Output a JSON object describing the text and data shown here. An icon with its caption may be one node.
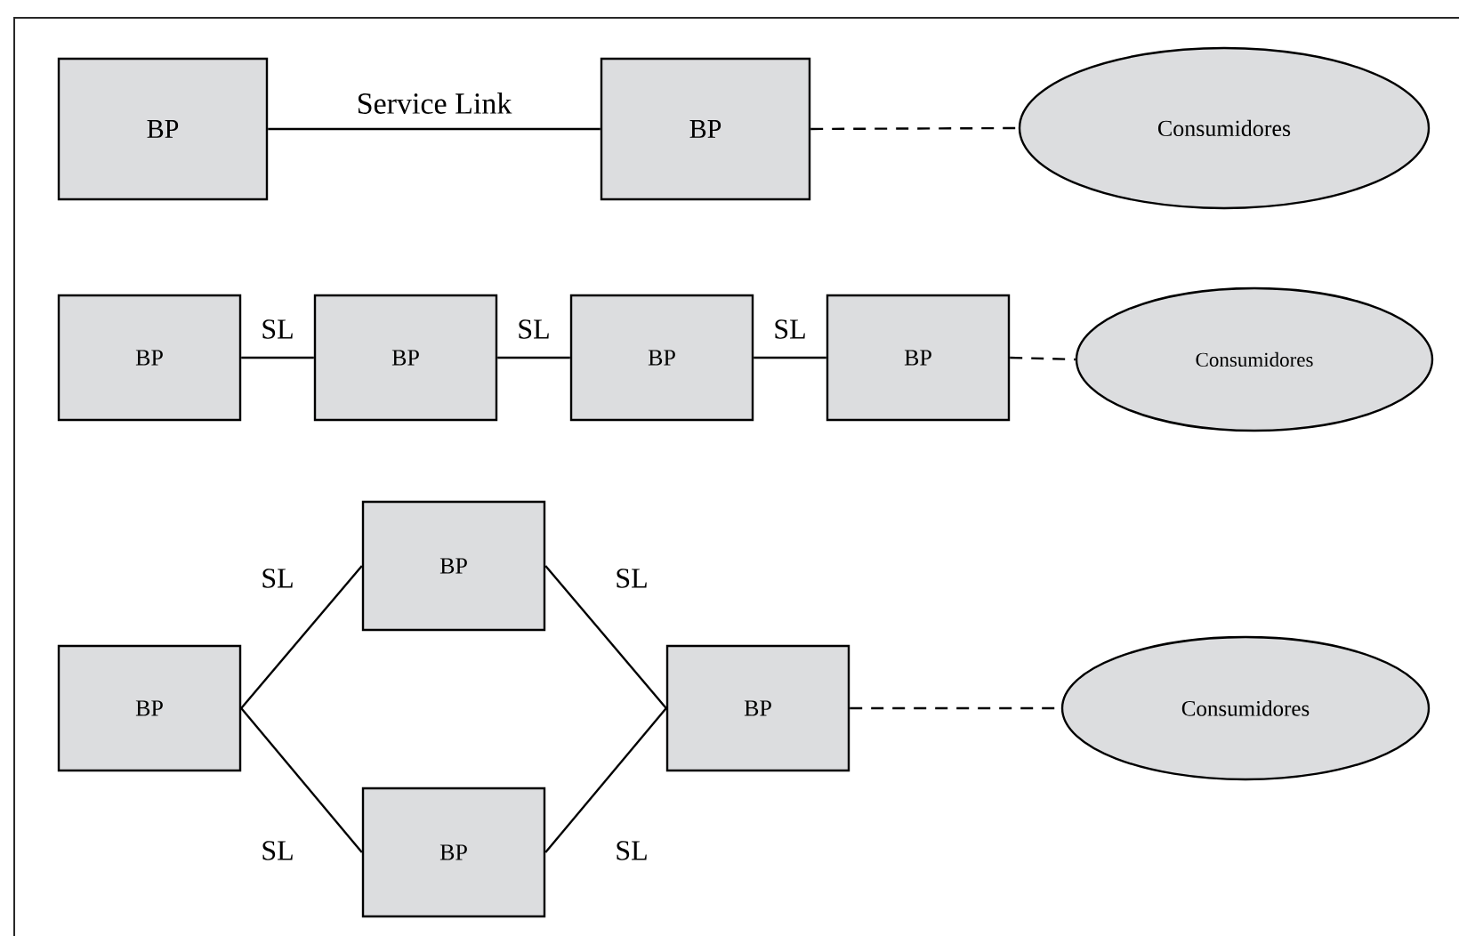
{
  "diagram": {
    "nodes": [
      {
        "text": [
          "BP"
        ]
      },
      {
        "text": [
          "BP"
        ]
      },
      {
        "text": [
          "Consumidores"
        ]
      },
      {
        "text": [
          "BP"
        ]
      },
      {
        "text": [
          "BP"
        ]
      },
      {
        "text": [
          "BP"
        ]
      },
      {
        "text": [
          "BP"
        ]
      },
      {
        "text": [
          "Consumidores"
        ]
      },
      {
        "text": [
          "BP"
        ]
      },
      {
        "text": [
          "BP"
        ]
      },
      {
        "text": [
          "BP"
        ]
      },
      {
        "text": [
          "BP"
        ]
      },
      {
        "text": [
          "Consumidores"
        ]
      }
    ],
    "edges": [
      {
        "from": 0,
        "to": 1,
        "arrow": "none",
        "label": "Service Link"
      },
      {
        "from": 1,
        "to": 2,
        "arrow": "none",
        "style": "dashed"
      },
      {
        "from": 3,
        "to": 4,
        "arrow": "none",
        "label": "SL"
      },
      {
        "from": 4,
        "to": 5,
        "arrow": "none",
        "label": "SL"
      },
      {
        "from": 5,
        "to": 6,
        "arrow": "none",
        "label": "SL"
      },
      {
        "from": 6,
        "to": 7,
        "arrow": "none",
        "style": "dashed"
      },
      {
        "from": 8,
        "to": 9,
        "arrow": "none",
        "label": "SL"
      },
      {
        "from": 8,
        "to": 10,
        "arrow": "none",
        "label": "SL"
      },
      {
        "from": 9,
        "to": 11,
        "arrow": "none",
        "label": "SL"
      },
      {
        "from": 10,
        "to": 11,
        "arrow": "none",
        "label": "SL"
      },
      {
        "from": 11,
        "to": 12,
        "arrow": "none",
        "style": "dashed"
      }
    ]
  }
}
